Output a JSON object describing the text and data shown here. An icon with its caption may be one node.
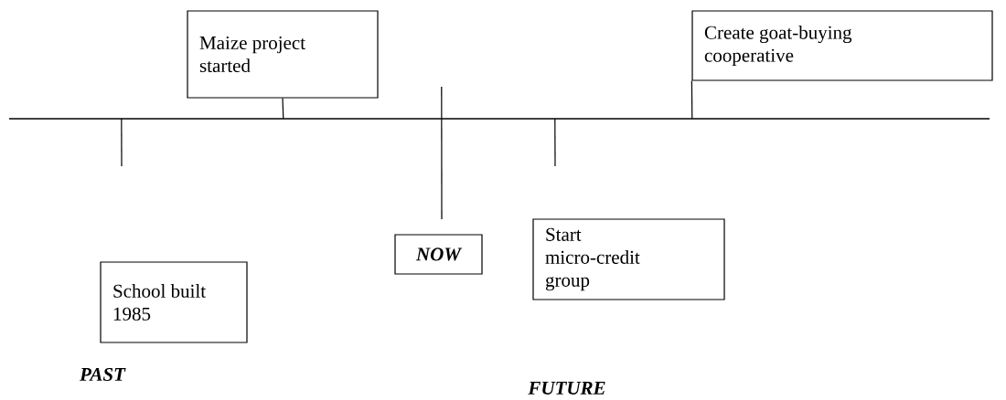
{
  "diagram": {
    "nodes": [
      {
        "text": [
          "Maize project started"
        ]
      },
      {
        "text": [
          "Create goat-buying cooperative"
        ]
      },
      {
        "text": [],
        "shape": "bar"
      },
      {
        "text": [
          "School built 1985"
        ]
      },
      {
        "text": [
          "NOW"
        ]
      },
      {
        "text": [
          "Start micro-credit group"
        ]
      }
    ],
    "edges": [
      {
        "from": 0,
        "to": 2,
        "arrow": "none"
      },
      {
        "from": 1,
        "to": 2,
        "arrow": "none"
      },
      {
        "from": 2,
        "to": null,
        "arrow": "none"
      },
      {
        "from": 2,
        "to": null,
        "arrow": "none"
      },
      {
        "from": 2,
        "to": null,
        "arrow": "none"
      }
    ],
    "labels": [
      "PAST",
      "FUTURE"
    ]
  }
}
